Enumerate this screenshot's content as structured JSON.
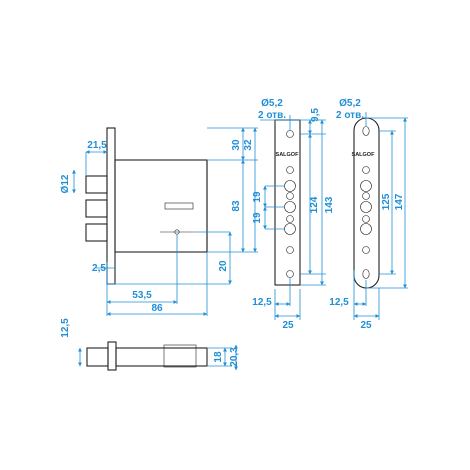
{
  "colors": {
    "dimension": "#1f8fd6",
    "outline": "#222222",
    "bolt_fill": "#dcdcdc",
    "plate_fill": "#ececec"
  },
  "front_view": {
    "dim_12": "Ø12",
    "dim_21_5": "21,5",
    "dim_30": "30",
    "dim_32": "32",
    "dim_83": "83",
    "dim_20": "20",
    "dim_2_5": "2,5",
    "dim_53_5": "53,5",
    "dim_86": "86"
  },
  "side_view": {
    "dim_12_5": "12,5",
    "dim_18": "18",
    "dim_20_3": "20,3"
  },
  "faceplate_left": {
    "hole_dia": "Ø5,2",
    "hole_count": "2 отв.",
    "dim_9_5": "9,5",
    "dim_19_a": "19",
    "dim_19_b": "19",
    "dim_124": "124",
    "dim_143": "143",
    "dim_12_5": "12,5",
    "dim_25": "25",
    "logo": "SALGOF"
  },
  "faceplate_right": {
    "hole_dia": "Ø5,2",
    "hole_count": "2 отв.",
    "dim_125": "125",
    "dim_147": "147",
    "dim_12_5": "12,5",
    "dim_25": "25",
    "logo": "SALGOF"
  }
}
